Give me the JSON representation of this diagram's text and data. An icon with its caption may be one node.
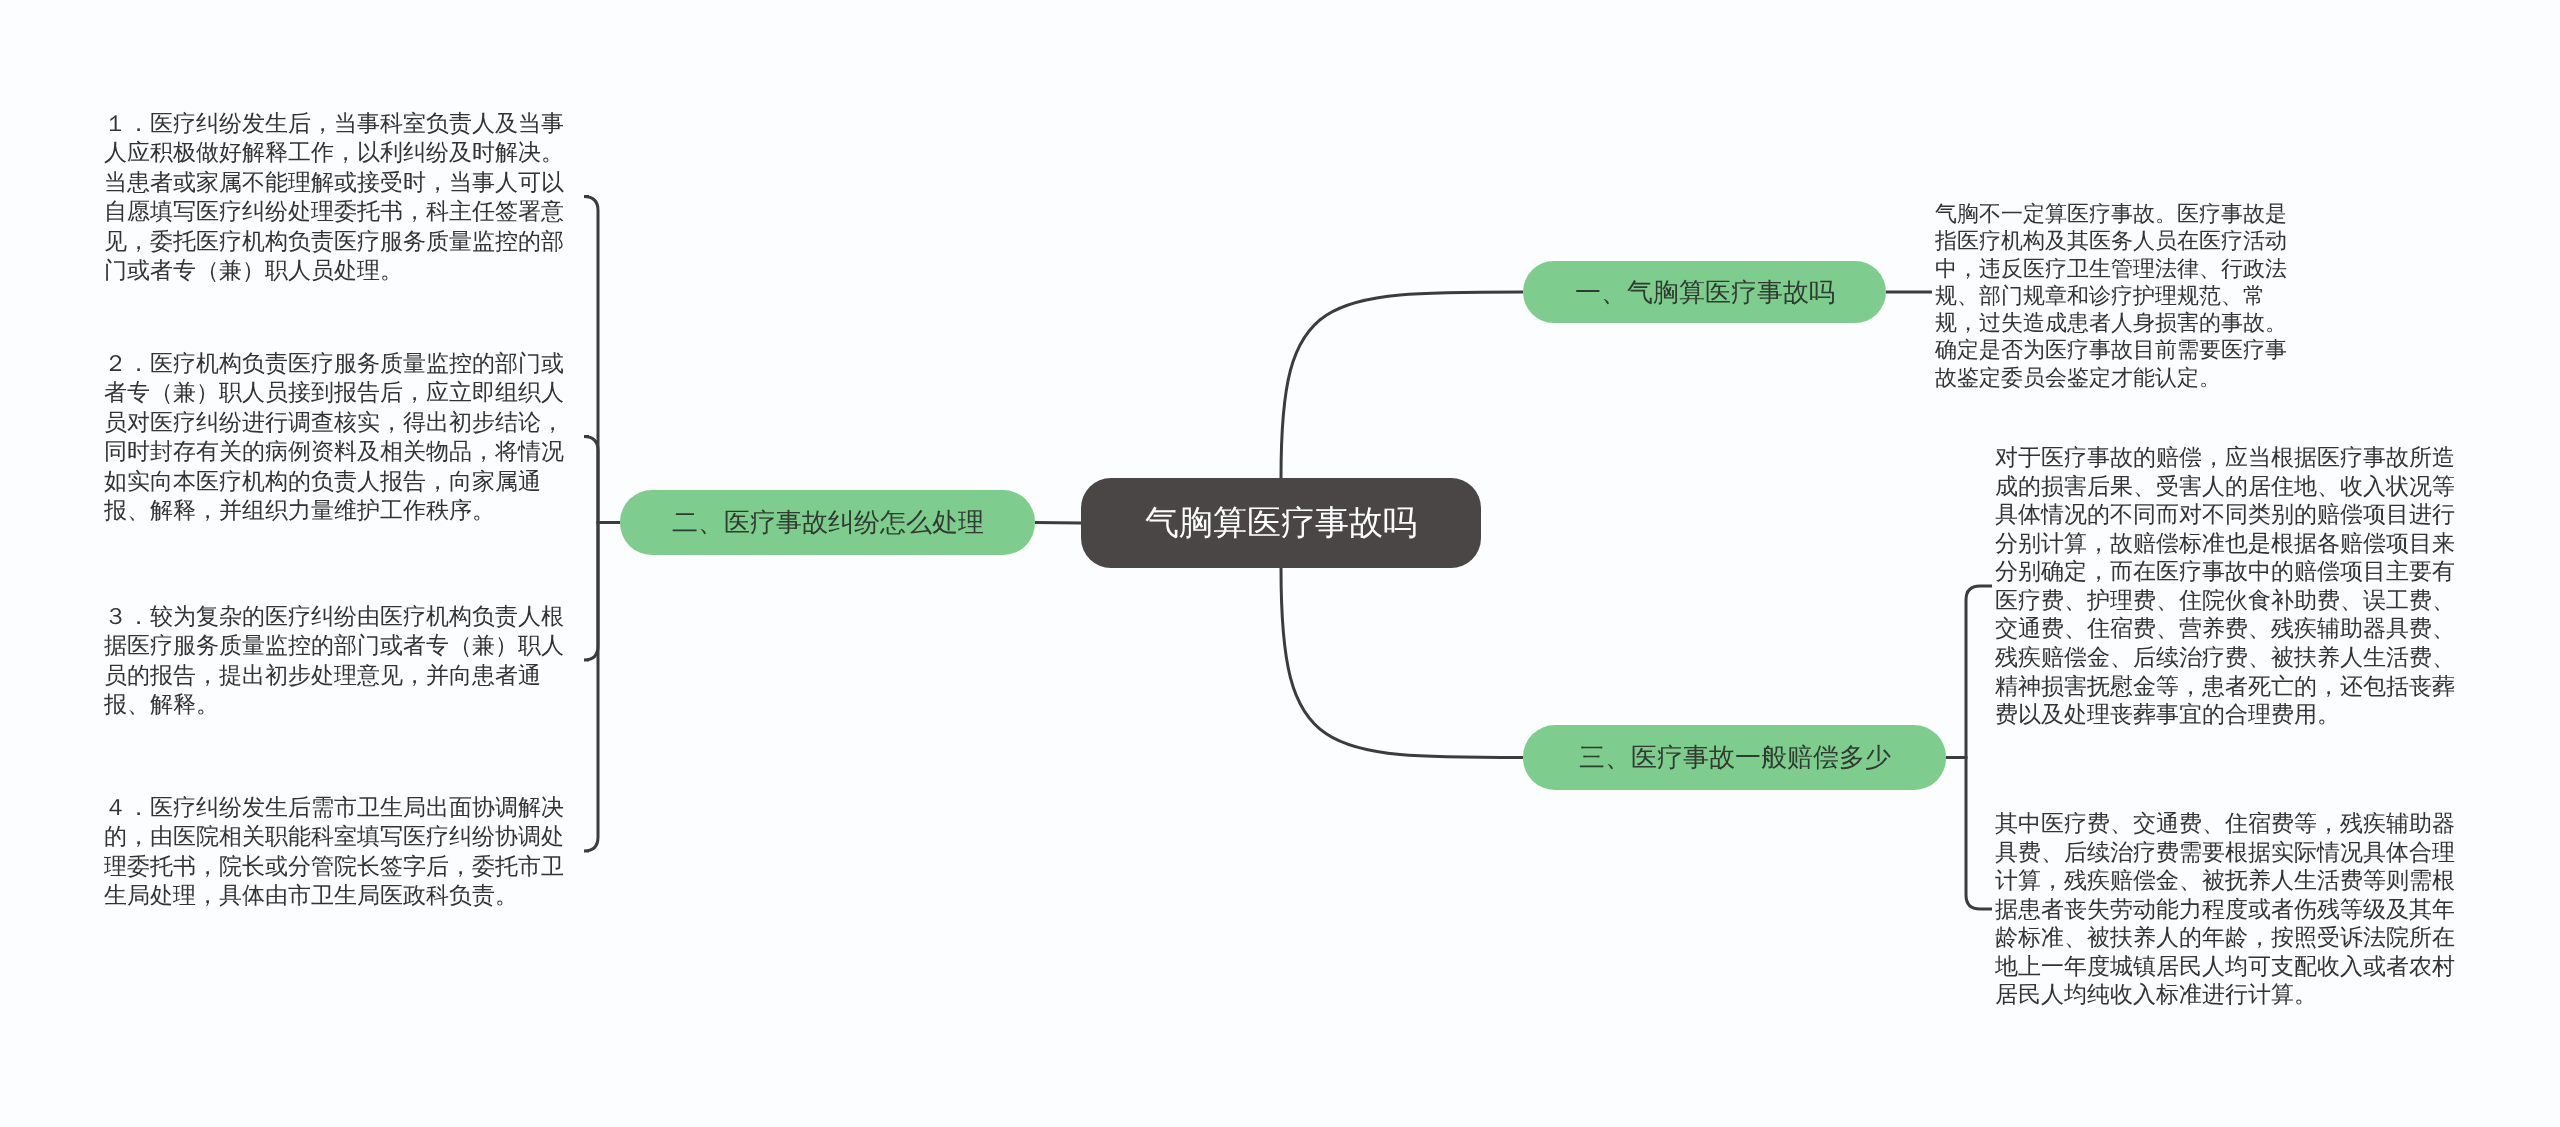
{
  "diagram": {
    "nodes": [
      {
        "text": [
          "气胸算医疗事故吗"
        ]
      },
      {
        "text": [
          "一、气胸算医疗事故吗"
        ]
      },
      {
        "text": [
          "二、医疗事故纠纷怎么处理"
        ]
      },
      {
        "text": [
          "三、医疗事故一般赔偿多少"
        ]
      },
      {
        "text": [
          "气胸不一定算医疗事故。医疗事故是指医疗机构及其医务人员在医疗活动中，违反医疗卫生管理法律、行政法规、部门规章和诊疗护理规范、常规，过失造成患者人身损害的事故。确定是否为医疗事故目前需要医疗事故鉴定委员会鉴定才能认定。"
        ]
      },
      {
        "text": [
          "对于医疗事故的赔偿，应当根据医疗事故所造成的损害后果、受害人的居住地、收入状况等具体情况的不同而对不同类别的赔偿项目进行分别计算，故赔偿标准也是根据各赔偿项目来分别确定，而在医疗事故中的赔偿项目主要有医疗费、护理费、住院伙食补助费、误工费、交通费、住宿费、营养费、残疾辅助器具费、残疾赔偿金、后续治疗费、被扶养人生活费、精神损害抚慰金等，患者死亡的，还包括丧葬费以及处理丧葬事宜的合理费用。"
        ]
      },
      {
        "text": [
          "其中医疗费、交通费、住宿费等，残疾辅助器具费、后续治疗费需要根据实际情况具体合理计算，残疾赔偿金、被抚养人生活费等则需根据患者丧失劳动能力程度或者伤残等级及其年龄标准、被扶养人的年龄，按照受诉法院所在地上一年度城镇居民人均可支配收入或者农村居民人均纯收入标准进行计算。"
        ]
      },
      {
        "text": [
          "１．医疗纠纷发生后，当事科室负责人及当事人应积极做好解释工作，以利纠纷及时解决。当患者或家属不能理解或接受时，当事人可以自愿填写医疗纠纷处理委托书，科主任签署意见，委托医疗机构负责医疗服务质量监控的部门或者专（兼）职人员处理。"
        ]
      },
      {
        "text": [
          "２．医疗机构负责医疗服务质量监控的部门或者专（兼）职人员接到报告后，应立即组织人员对医疗纠纷进行调查核实，得出初步结论，同时封存有关的病例资料及相关物品，将情况如实向本医疗机构的负责人报告，向家属通报、解释，并组织力量维护工作秩序。"
        ]
      },
      {
        "text": [
          "３．较为复杂的医疗纠纷由医疗机构负责人根据医疗服务质量监控的部门或者专（兼）职人员的报告，提出初步处理意见，并向患者通报、解释。"
        ]
      },
      {
        "text": [
          "４．医疗纠纷发生后需市卫生局出面协调解决的，由医院相关职能科室填写医疗纠纷协调处理委托书，院长或分管院长签字后，委托市卫生局处理，具体由市卫生局医政科负责。"
        ]
      }
    ],
    "edges": [
      {
        "from": 0,
        "to": 1,
        "arrow": "none"
      },
      {
        "from": 0,
        "to": 2,
        "arrow": "none"
      },
      {
        "from": 0,
        "to": 3,
        "arrow": "none"
      },
      {
        "from": 1,
        "to": 4,
        "arrow": "none"
      },
      {
        "from": 3,
        "to": 5,
        "arrow": "none"
      },
      {
        "from": 3,
        "to": 6,
        "arrow": "none"
      },
      {
        "from": 2,
        "to": 7,
        "arrow": "none"
      },
      {
        "from": 2,
        "to": 8,
        "arrow": "none"
      },
      {
        "from": 2,
        "to": 9,
        "arrow": "none"
      },
      {
        "from": 2,
        "to": 10,
        "arrow": "none"
      }
    ]
  }
}
